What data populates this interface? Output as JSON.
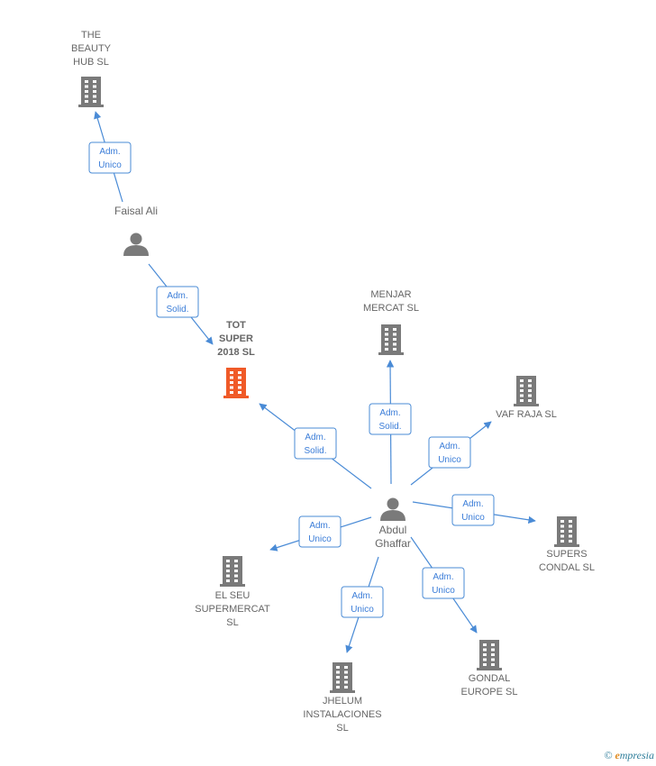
{
  "colors": {
    "edge": "#4a8bd6",
    "company": "#7a7a7a",
    "company_main": "#f05a28",
    "person": "#7a7a7a"
  },
  "companies": [
    {
      "id": "beauty",
      "lines": [
        "THE",
        "BEAUTY",
        "HUB  SL"
      ],
      "main": false
    },
    {
      "id": "tot",
      "lines": [
        "TOT",
        "SUPER",
        "2018  SL"
      ],
      "main": true
    },
    {
      "id": "menjar",
      "lines": [
        "MENJAR",
        "MERCAT  SL"
      ],
      "main": false
    },
    {
      "id": "vafraja",
      "lines": [
        "VAF RAJA  SL"
      ],
      "main": false
    },
    {
      "id": "supers",
      "lines": [
        "SUPERS",
        "CONDAL  SL"
      ],
      "main": false
    },
    {
      "id": "gondal",
      "lines": [
        "GONDAL",
        "EUROPE  SL"
      ],
      "main": false
    },
    {
      "id": "jhelum",
      "lines": [
        "JHELUM",
        "INSTALACIONES",
        "SL"
      ],
      "main": false
    },
    {
      "id": "elseu",
      "lines": [
        "EL SEU",
        "SUPERMERCAT",
        "SL"
      ],
      "main": false
    }
  ],
  "persons": [
    {
      "id": "faisal",
      "lines": [
        "Faisal Ali"
      ]
    },
    {
      "id": "abdul",
      "lines": [
        "Abdul",
        "Ghaffar"
      ]
    }
  ],
  "relations": [
    {
      "from": "faisal",
      "to": "beauty",
      "label": [
        "Adm.",
        "Unico"
      ]
    },
    {
      "from": "faisal",
      "to": "tot",
      "label": [
        "Adm.",
        "Solid."
      ]
    },
    {
      "from": "abdul",
      "to": "tot",
      "label": [
        "Adm.",
        "Solid."
      ]
    },
    {
      "from": "abdul",
      "to": "menjar",
      "label": [
        "Adm.",
        "Solid."
      ]
    },
    {
      "from": "abdul",
      "to": "vafraja",
      "label": [
        "Adm.",
        "Unico"
      ]
    },
    {
      "from": "abdul",
      "to": "supers",
      "label": [
        "Adm.",
        "Unico"
      ]
    },
    {
      "from": "abdul",
      "to": "gondal",
      "label": [
        "Adm.",
        "Unico"
      ]
    },
    {
      "from": "abdul",
      "to": "jhelum",
      "label": [
        "Adm.",
        "Unico"
      ]
    },
    {
      "from": "abdul",
      "to": "elseu",
      "label": [
        "Adm.",
        "Unico"
      ]
    }
  ],
  "watermark": {
    "copyright": "©",
    "brand_initial": "e",
    "brand_rest": "mpresia"
  }
}
